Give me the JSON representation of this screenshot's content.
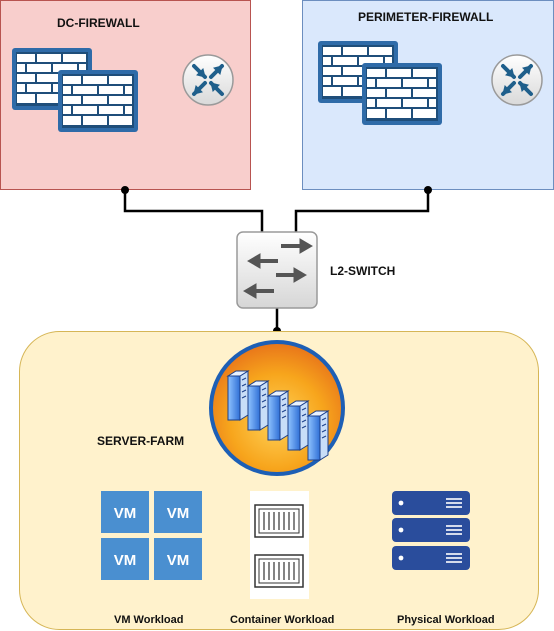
{
  "zones": {
    "dc_firewall": {
      "title": "DC-FIREWALL",
      "fill": "#f8cecc",
      "stroke": "#b85450"
    },
    "perimeter_firewall": {
      "title": "PERIMETER-FIREWALL",
      "fill": "#dae8fc",
      "stroke": "#6c8ebf"
    },
    "server_farm": {
      "title": "SERVER-FARM",
      "fill": "#fff2cc",
      "stroke": "#d6b656"
    }
  },
  "switch": {
    "label": "L2-SWITCH"
  },
  "workloads": {
    "vm": {
      "label": "VM Workload",
      "tile_text": "VM",
      "color": "#4a8fd0"
    },
    "container": {
      "label": "Container Workload"
    },
    "physical": {
      "label": "Physical Workload",
      "color": "#2a4d9c"
    }
  },
  "icons": [
    "firewall-icon",
    "router-icon",
    "l2-switch-icon",
    "server-farm-icon",
    "vm-icon",
    "container-icon",
    "physical-server-icon"
  ]
}
